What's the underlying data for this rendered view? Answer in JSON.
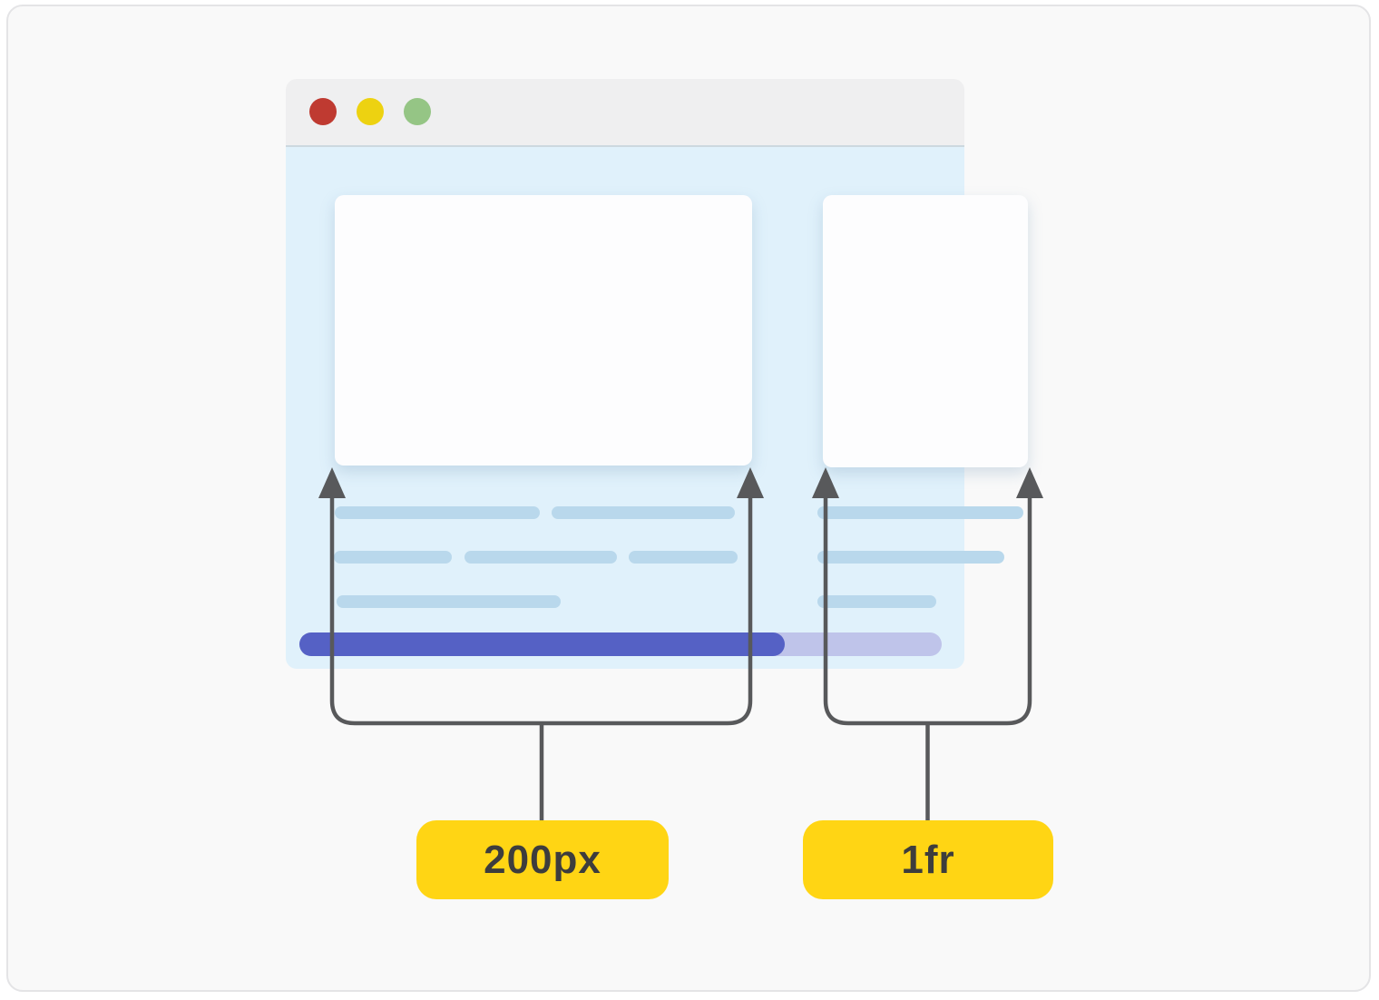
{
  "diagram": {
    "browser_window": {
      "traffic_lights": [
        {
          "name": "close",
          "color": "#bf3a31"
        },
        {
          "name": "minimize",
          "color": "#edd211"
        },
        {
          "name": "maximize",
          "color": "#95c585"
        }
      ],
      "progress_bar": {
        "track_color": "#bfc4ea",
        "fill_color": "#5561c5",
        "fill_percent": 76
      },
      "content_background": "#e0f1fb",
      "skeleton_line_color": "#b9d8ec"
    },
    "measurements": [
      {
        "label": "200px",
        "badge_color": "#ffd514",
        "text_color": "#3d3d3d"
      },
      {
        "label": "1fr",
        "badge_color": "#ffd514",
        "text_color": "#3d3d3d"
      }
    ],
    "connector_color": "#58595b"
  }
}
